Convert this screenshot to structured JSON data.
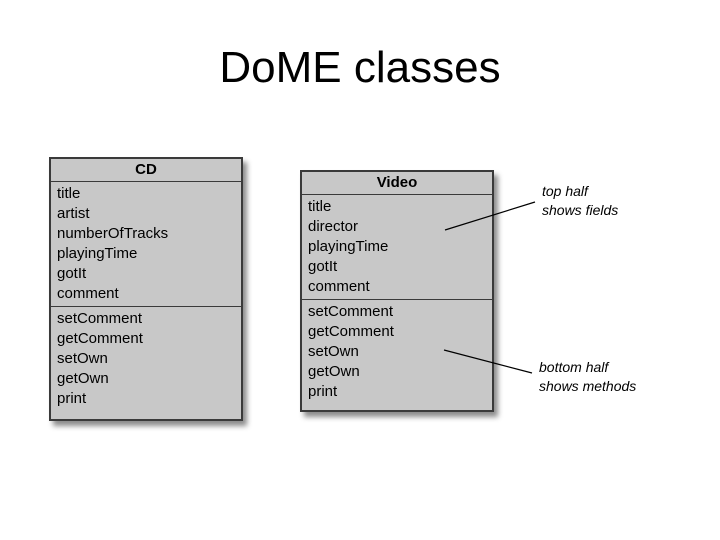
{
  "title": "DoME classes",
  "classes": {
    "cd": {
      "name": "CD",
      "fields": [
        "title",
        "artist",
        "numberOfTracks",
        "playingTime",
        "gotIt",
        "comment"
      ],
      "methods": [
        "setComment",
        "getComment",
        "setOwn",
        "getOwn",
        "print"
      ]
    },
    "video": {
      "name": "Video",
      "fields": [
        "title",
        "director",
        "playingTime",
        "gotIt",
        "comment"
      ],
      "methods": [
        "setComment",
        "getComment",
        "setOwn",
        "getOwn",
        "print"
      ]
    }
  },
  "annotations": {
    "top": [
      "top half",
      "shows fields"
    ],
    "bottom": [
      "bottom half",
      "shows methods"
    ]
  },
  "colors": {
    "box_fill": "#c8c8c8",
    "box_border": "#3a3a3a"
  }
}
